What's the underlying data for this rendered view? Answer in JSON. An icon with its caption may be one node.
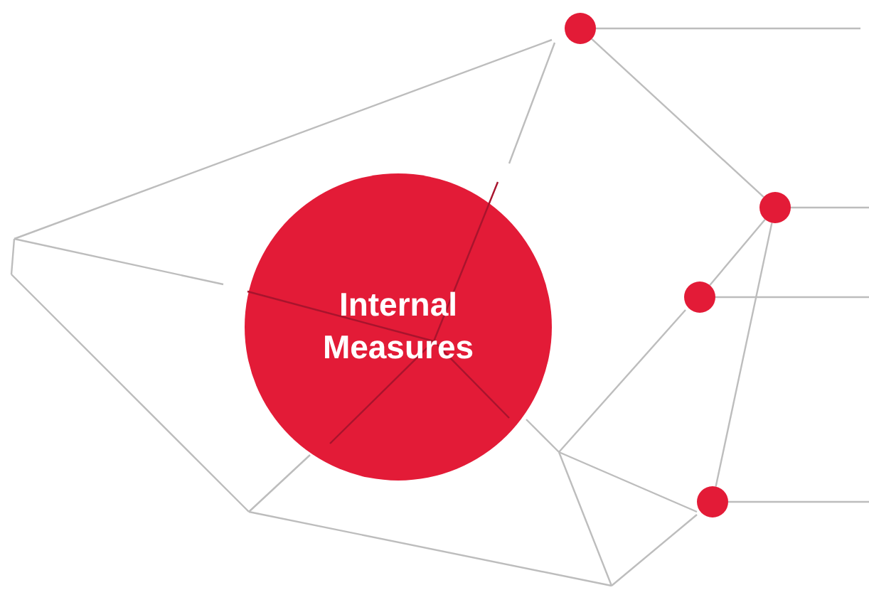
{
  "diagram": {
    "nodes": [
      {
        "text": [
          "Internal Measures"
        ]
      },
      {
        "text": [],
        "shape": "circle"
      },
      {
        "text": [],
        "shape": "circle"
      },
      {
        "text": [],
        "shape": "circle"
      },
      {
        "text": [],
        "shape": "circle"
      }
    ],
    "edges": [
      {
        "from": 1,
        "to": 2,
        "arrow": "none"
      },
      {
        "from": 2,
        "to": 3,
        "arrow": "none"
      },
      {
        "from": 2,
        "to": 4,
        "arrow": "none"
      },
      {
        "from": 1,
        "to": null,
        "arrow": "none"
      },
      {
        "from": 2,
        "to": null,
        "arrow": "none"
      },
      {
        "from": 3,
        "to": null,
        "arrow": "none"
      },
      {
        "from": 4,
        "to": null,
        "arrow": "none"
      }
    ]
  }
}
